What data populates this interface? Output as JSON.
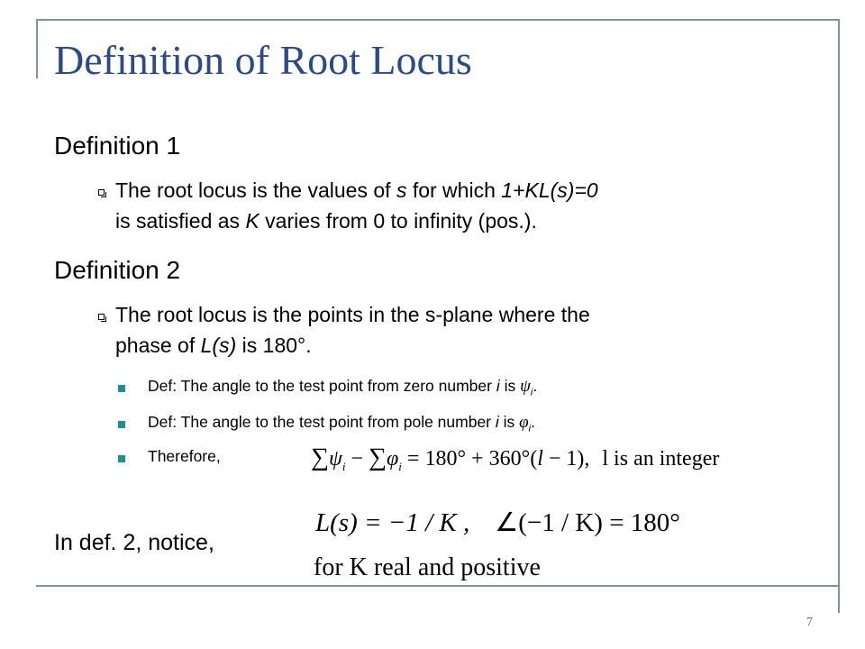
{
  "slide": {
    "title": "Definition of Root Locus",
    "page_number": "7"
  },
  "def1": {
    "heading": "Definition 1",
    "bullet": {
      "p1": "The root locus is the values of ",
      "s": "s",
      "p2": " for which ",
      "eq": "1+KL(s)=0",
      "p3": "is satisfied as ",
      "k": "K",
      "p4": " varies from 0 to infinity (pos.)."
    }
  },
  "def2": {
    "heading": "Definition 2",
    "bullet": {
      "p1": "The root locus is the points in the s-plane where the",
      "p2": "phase of ",
      "ls": "L(s)",
      "p3": " is 180°."
    },
    "items": [
      {
        "p1": "Def: The angle to the test point from zero number ",
        "i": "i",
        "p2": " is ",
        "sym": "ψ",
        "sub": "i",
        "end": "."
      },
      {
        "p1": "Def: The angle to the test point from pole number ",
        "i": "i",
        "p2": " is ",
        "sym": "φ",
        "sub": "i",
        "end": "."
      }
    ],
    "therefore": "Therefore,",
    "formula": {
      "sum1": "∑",
      "psi": "ψ",
      "sub": "i",
      "minus": " − ",
      "sum2": "∑",
      "phi": "φ",
      "eq": " = 180° + 360°(",
      "l": "l",
      "tail": " − 1),",
      "note": "l is an integer"
    }
  },
  "notice": {
    "label": "In def. 2, notice,",
    "eq1a": "L(s) = −1 / K ,",
    "eq1b": "∠(−1 / K) = 180°",
    "eq2": "for K real and positive"
  }
}
